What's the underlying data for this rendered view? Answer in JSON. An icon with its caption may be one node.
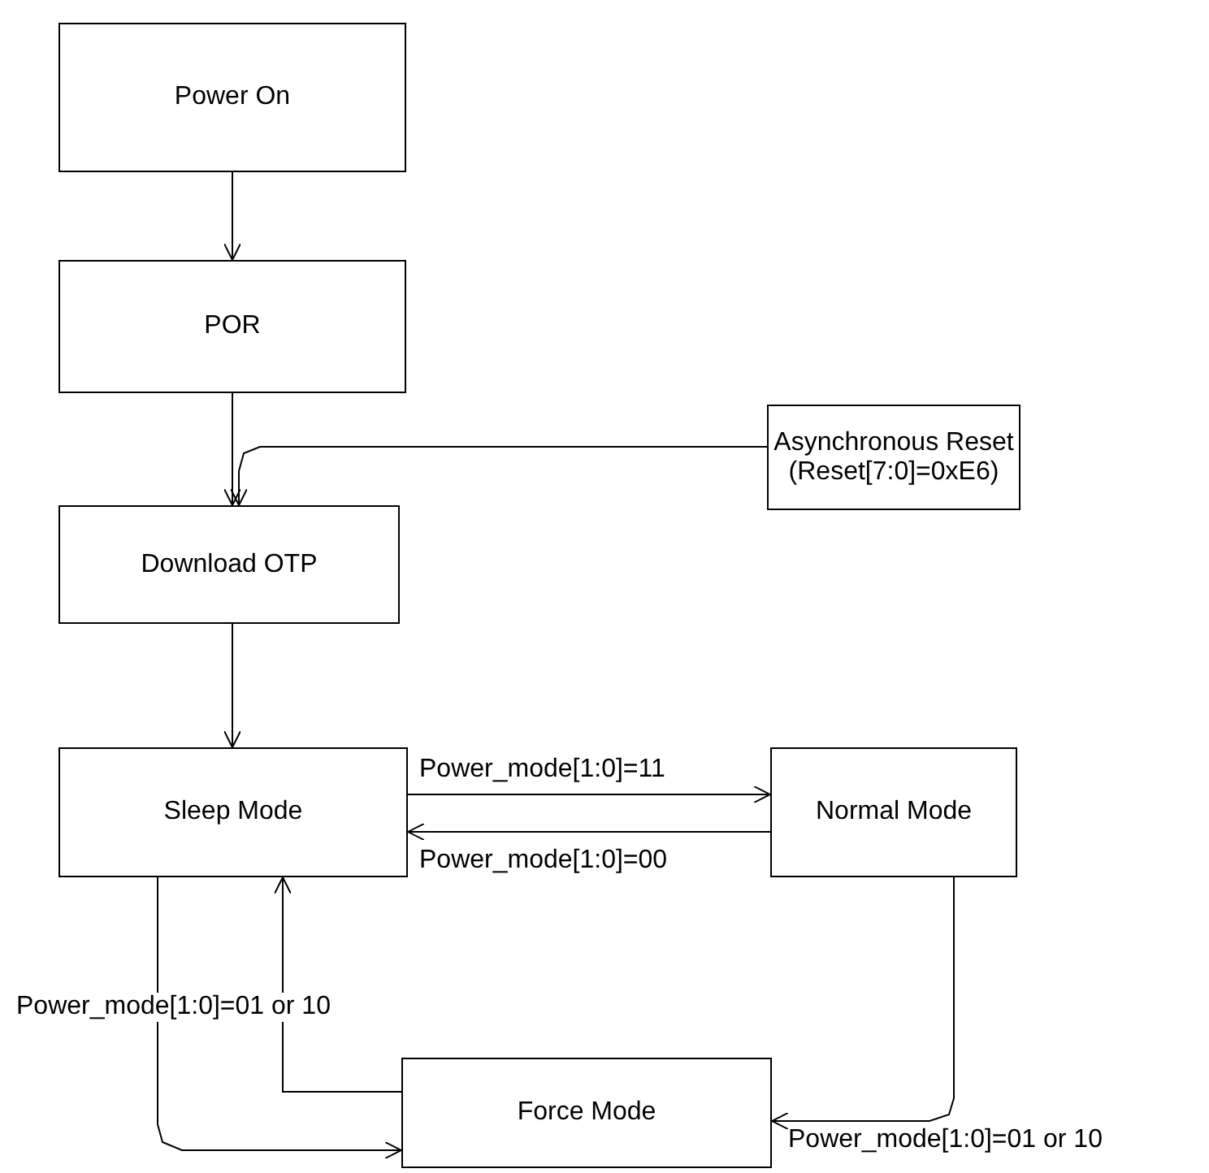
{
  "diagram": {
    "nodes": [
      {
        "text": [
          "Power On"
        ]
      },
      {
        "text": [
          "POR"
        ]
      },
      {
        "text": [
          "Asynchronous Reset (Reset[7:0]=0xE6)"
        ]
      },
      {
        "text": [
          "Download OTP"
        ]
      },
      {
        "text": [
          "Sleep Mode"
        ]
      },
      {
        "text": [
          "Normal Mode"
        ]
      },
      {
        "text": [
          "Force Mode"
        ]
      }
    ],
    "edges": [
      {
        "from": 0,
        "to": 1,
        "arrow": "to"
      },
      {
        "from": 1,
        "to": 3,
        "arrow": "to"
      },
      {
        "from": 2,
        "to": 3,
        "arrow": "to"
      },
      {
        "from": 3,
        "to": 4,
        "arrow": "to"
      },
      {
        "from": 4,
        "to": 5,
        "arrow": "to",
        "label": "Power_mode[1:0]=11"
      },
      {
        "from": 5,
        "to": 4,
        "arrow": "to",
        "label": "Power_mode[1:0]=00"
      },
      {
        "from": 4,
        "to": 6,
        "arrow": "to",
        "label": "Power_mode[1:0]=01 or 10"
      },
      {
        "from": 6,
        "to": 4,
        "arrow": "to"
      },
      {
        "from": 5,
        "to": 6,
        "arrow": "to",
        "label": "Power_mode[1:0]=01 or 10"
      }
    ]
  }
}
